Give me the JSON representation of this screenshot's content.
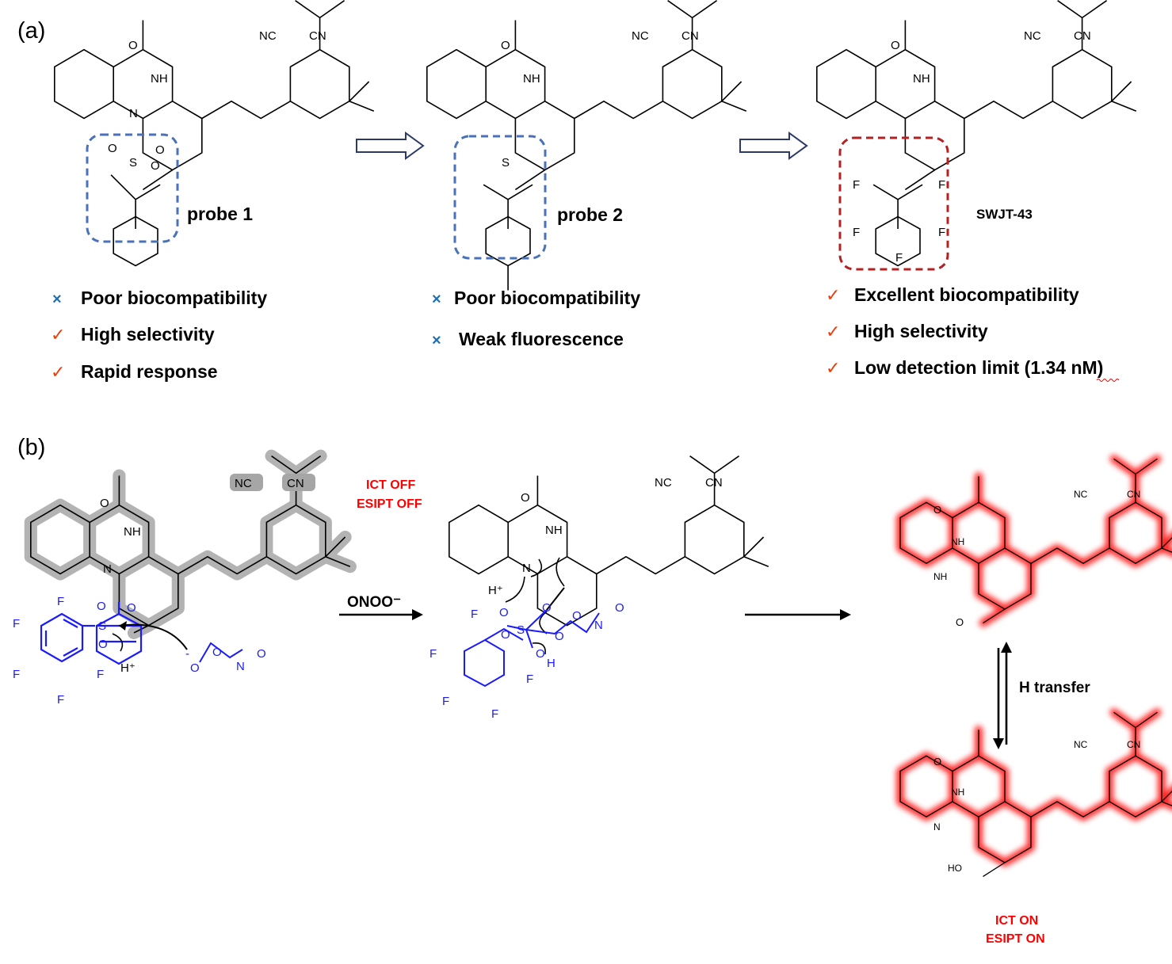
{
  "panel_a": {
    "label": "(a)",
    "probes": [
      {
        "name": "probe 1",
        "properties": [
          {
            "mark": "×",
            "text": "Poor biocompatibility"
          },
          {
            "mark": "✓",
            "text": "High selectivity"
          },
          {
            "mark": "✓",
            "text": "Rapid response"
          }
        ]
      },
      {
        "name": "probe 2",
        "properties": [
          {
            "mark": "×",
            "text": "Poor biocompatibility"
          },
          {
            "mark": "×",
            "text": "Weak fluorescence"
          }
        ]
      },
      {
        "name": "SWJT-43",
        "properties": [
          {
            "mark": "✓",
            "text": "Excellent biocompatibility"
          },
          {
            "mark": "✓",
            "text": "High selectivity"
          },
          {
            "mark": "✓",
            "text": "Low detection limit (1.34 nM)"
          }
        ]
      }
    ]
  },
  "panel_b": {
    "label": "(b)",
    "state_off": [
      "ICT OFF",
      "ESIPT OFF"
    ],
    "reagent": "ONOO⁻",
    "h_transfer": "H transfer",
    "state_on": [
      "ICT ON",
      "ESIPT ON"
    ]
  },
  "atoms": {
    "O": "O",
    "NH": "NH",
    "N": "N",
    "NC": "NC",
    "CN": "CN",
    "S": "S",
    "F": "F",
    "H": "H",
    "Hplus": "H⁺",
    "HO": "HO",
    "minus": "-"
  },
  "colors": {
    "cross": "#1f6fb5",
    "check": "#e8400c",
    "box_blue": "#4a72b8",
    "box_red": "#b22222",
    "reagent_blue": "#1a1aff",
    "glow_red": "#ff0000",
    "highlight_grey": "#a6a6a6"
  }
}
